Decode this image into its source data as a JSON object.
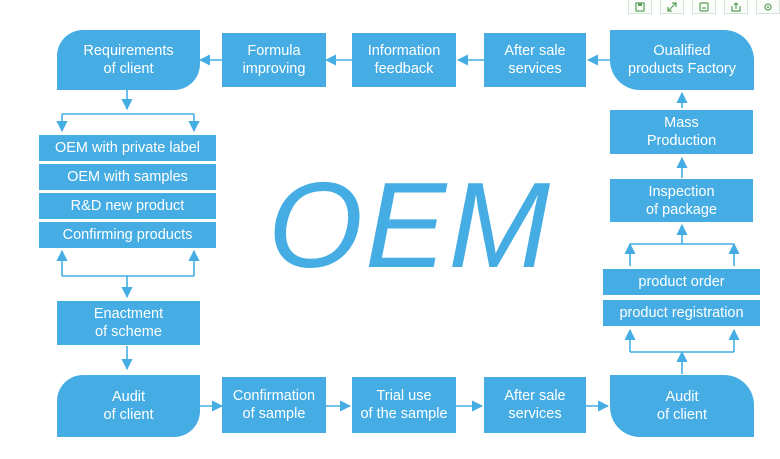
{
  "title": "OEM",
  "colors": {
    "box": "#45ade4",
    "line": "#45ade4",
    "toolbar_icon": "#5aa05a"
  },
  "toolbar": {
    "icons": [
      "save-icon",
      "expand-icon",
      "download-icon",
      "share-icon",
      "settings-icon"
    ]
  },
  "nodes": {
    "requirements": "Requirements\nof client",
    "formula": "Formula\nimproving",
    "info_feedback": "Information\nfeedback",
    "after_sale_top": "After sale\nservices",
    "qualified": "Oualified\nproducts Factory",
    "oem_private": "OEM with private label",
    "oem_samples": "OEM with samples",
    "rd": "R&D new product",
    "confirming": "Confirming products",
    "mass": "Mass\nProduction",
    "inspection": "Inspection\nof package",
    "product_order": "product order",
    "product_registration": "product registration",
    "enactment": "Enactment\nof scheme",
    "audit_left": "Audit\nof  client",
    "confirmation": "Confirmation\nof sample",
    "trial": "Trial use\nof the sample",
    "after_sale_bottom": "After sale\nservices",
    "audit_right": "Audit\nof client"
  }
}
